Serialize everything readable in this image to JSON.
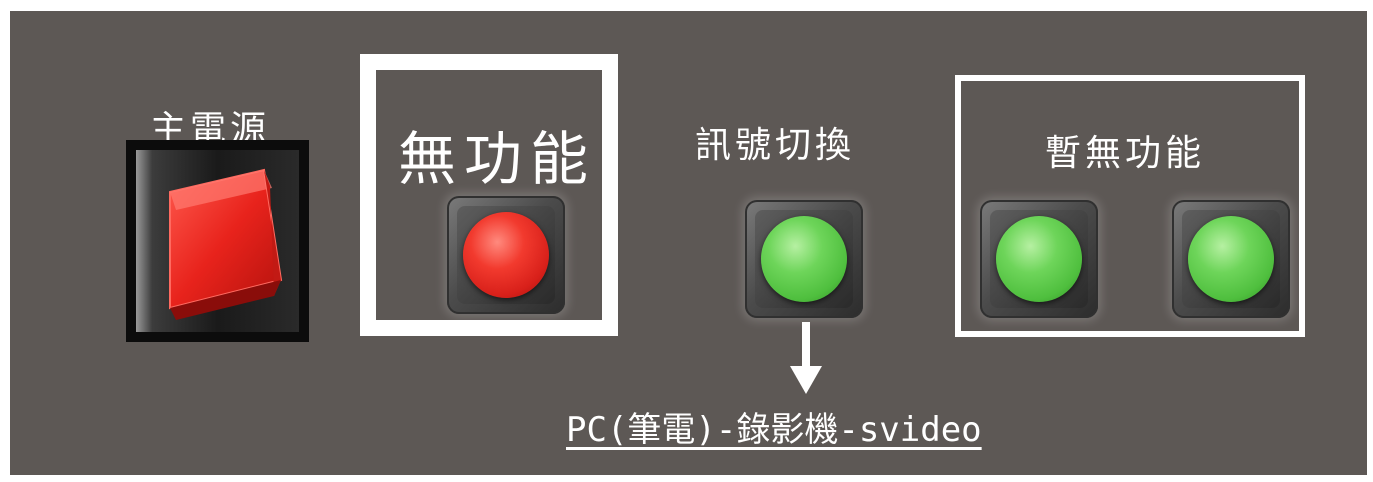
{
  "panel": {
    "power": {
      "label": "主電源",
      "color": "#e8231c"
    },
    "nofunc_group": {
      "label": "無功能",
      "button_color": "#e53a2e"
    },
    "signal_switch": {
      "label": "訊號切換",
      "button_color": "#5fcb4a",
      "note": "PC(筆電)-錄影機-svideo"
    },
    "temp_nofunc_group": {
      "label": "暫無功能",
      "button_color": "#5fcb4a"
    }
  }
}
